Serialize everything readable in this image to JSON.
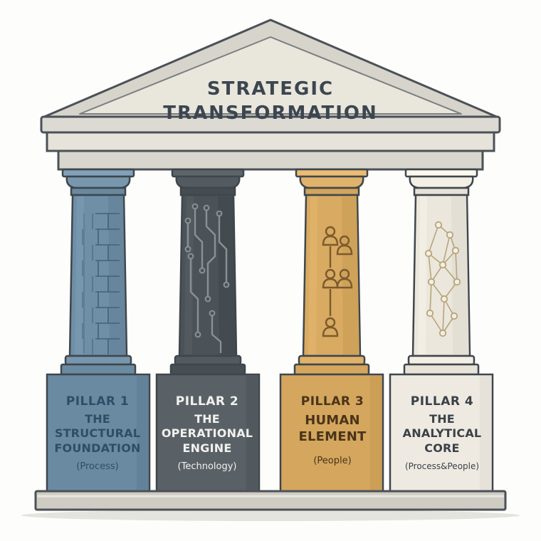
{
  "roof": {
    "title_line1": "STRATEGIC",
    "title_line2": "TRANSFORMATION"
  },
  "pillars": [
    {
      "icon": "brick-pattern-icon",
      "title": "PILLAR 1",
      "line1": "THE",
      "line2": "STRUCTURAL",
      "line3": "FOUNDATION",
      "note": "(Process)",
      "color": "#6f8fa6",
      "base_color": "#6a8aa1",
      "text_color": "#2f4d68"
    },
    {
      "icon": "circuit-icon",
      "title": "PILLAR 2",
      "line1": "THE",
      "line2": "OPERATIONAL",
      "line3": "ENGINE",
      "note": "(Technology)",
      "color": "#4b5258",
      "base_color": "#5a6166",
      "text_color": "#f1f1ee"
    },
    {
      "icon": "people-network-icon",
      "title": "PILLAR 3",
      "line1": "HUMAN",
      "line2": "ELEMENT",
      "line3": "",
      "note": "(People)",
      "color": "#d8aa62",
      "base_color": "#d4a65e",
      "text_color": "#4a3419"
    },
    {
      "icon": "node-network-icon",
      "title": "PILLAR 4",
      "line1": "THE",
      "line2": "ANALYTICAL",
      "line3": "CORE",
      "note": "(Process&People)",
      "color": "#ebe7dc",
      "base_color": "#eeeae1",
      "text_color": "#3b4148"
    }
  ]
}
